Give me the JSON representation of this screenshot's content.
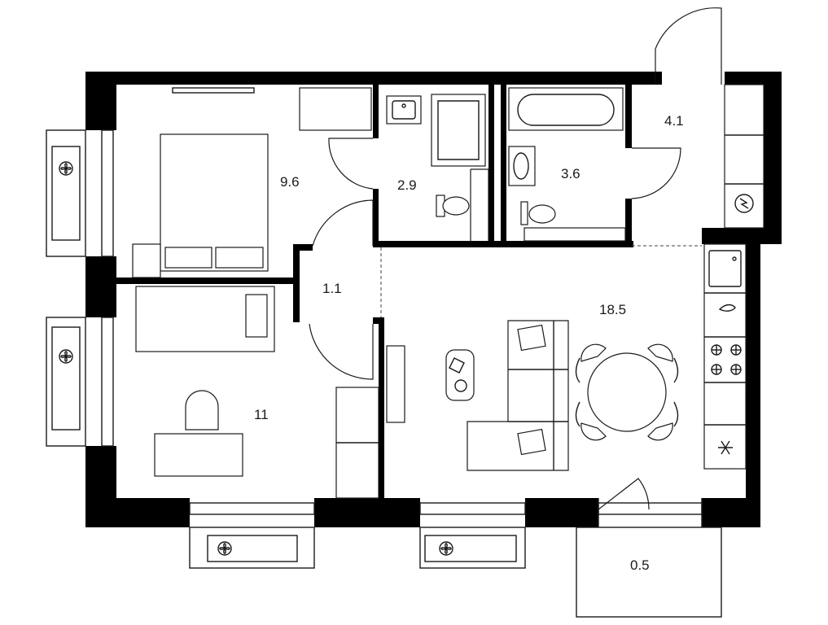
{
  "rooms": [
    {
      "id": "bedroom",
      "area": "9.6"
    },
    {
      "id": "bathroom-small",
      "area": "2.9"
    },
    {
      "id": "bathroom-large",
      "area": "3.6"
    },
    {
      "id": "hallway-entry",
      "area": "4.1"
    },
    {
      "id": "corridor",
      "area": "1.1"
    },
    {
      "id": "kids-room",
      "area": "11"
    },
    {
      "id": "living-kitchen",
      "area": "18.5"
    },
    {
      "id": "balcony",
      "area": "0.5"
    }
  ],
  "icons": [
    "fan-icon",
    "electrical-panel-icon",
    "sink-icon",
    "stove-icon",
    "fridge-icon",
    "toilet-icon",
    "bathtub-icon"
  ]
}
